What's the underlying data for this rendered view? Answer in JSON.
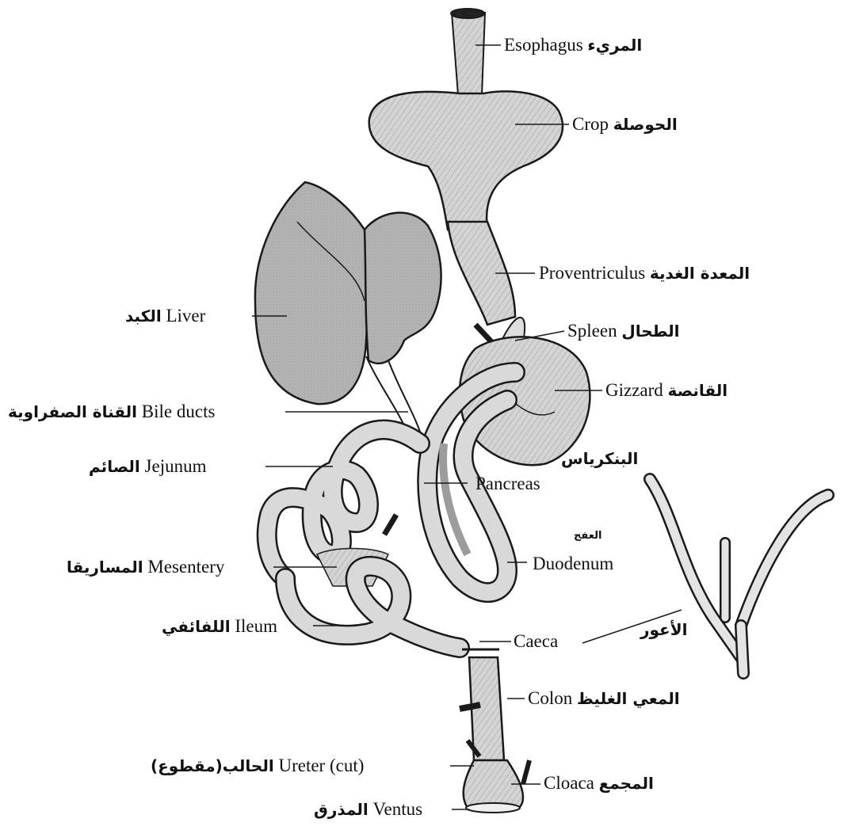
{
  "colors": {
    "organ_fill": "#cfcfcf",
    "liver_fill": "#b7b7b7",
    "tube_fill": "#d9d9d9",
    "stroke": "#1a1a1a",
    "leader": "#1a1a1a"
  },
  "labels": {
    "esophagus": {
      "en": "Esophagus",
      "ar": "المريء"
    },
    "crop": {
      "en": "Crop",
      "ar": "الحوصلة"
    },
    "proventriculus": {
      "en": "Proventriculus",
      "ar": "المعدة الغدية"
    },
    "liver": {
      "en": "Liver",
      "ar": "الكبد"
    },
    "spleen": {
      "en": "Spleen",
      "ar": "الطحال"
    },
    "gizzard": {
      "en": "Gizzard",
      "ar": "القانصة"
    },
    "bile_ducts": {
      "en": "Bile ducts",
      "ar": "القناة الصفراوية"
    },
    "pancreas": {
      "en": "Pancreas",
      "ar": "البنكرياس"
    },
    "jejunum": {
      "en": "Jejunum",
      "ar": "الصائم"
    },
    "duodenum": {
      "en": "Duodenum",
      "ar": "العفج"
    },
    "mesentery": {
      "en": "Mesentery",
      "ar": "المساريقا"
    },
    "ileum": {
      "en": "Ileum",
      "ar": "اللفائفي"
    },
    "caeca": {
      "en": "Caeca",
      "ar": "الأعور"
    },
    "colon": {
      "en": "Colon",
      "ar": "المعي الغليظ"
    },
    "ureter": {
      "en": "Ureter (cut)",
      "ar": "الحالب(مقطوع)"
    },
    "cloaca": {
      "en": "Cloaca",
      "ar": "المجمع"
    },
    "ventus": {
      "en": "Ventus",
      "ar": "المذرق"
    }
  }
}
